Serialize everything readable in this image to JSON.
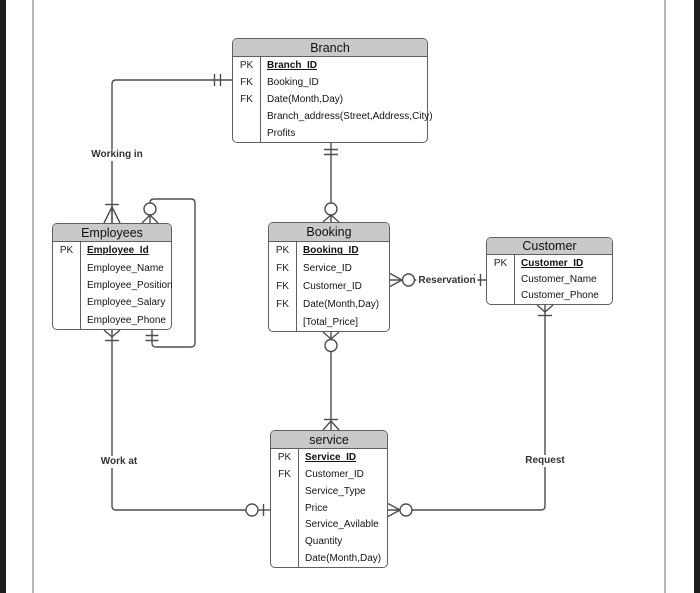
{
  "diagram": {
    "type": "entity-relationship-diagram",
    "relationship_labels": {
      "working_in": "Working in",
      "work_at": "Work at",
      "reservation": "Reservation",
      "request": "Request"
    }
  },
  "entities": {
    "branch": {
      "title": "Branch",
      "rows": [
        {
          "key": "PK",
          "name": "Branch_ID"
        },
        {
          "key": "FK",
          "name": "Booking_ID"
        },
        {
          "key": "FK",
          "name": "Date(Month,Day)"
        },
        {
          "key": "",
          "name": "Branch_address(Street,Address,City)"
        },
        {
          "key": "",
          "name": "Profits"
        }
      ]
    },
    "employees": {
      "title": "Employees",
      "rows": [
        {
          "key": "PK",
          "name": "Employee_Id"
        },
        {
          "key": "",
          "name": "Employee_Name"
        },
        {
          "key": "",
          "name": "Employee_Position"
        },
        {
          "key": "",
          "name": "Employee_Salary"
        },
        {
          "key": "",
          "name": "Employee_Phone"
        }
      ]
    },
    "booking": {
      "title": "Booking",
      "rows": [
        {
          "key": "PK",
          "name": "Booking_ID"
        },
        {
          "key": "FK",
          "name": "Service_ID"
        },
        {
          "key": "FK",
          "name": "Customer_ID"
        },
        {
          "key": "FK",
          "name": "Date(Month,Day)"
        },
        {
          "key": "",
          "name": "[Total_Price]"
        }
      ]
    },
    "customer": {
      "title": "Customer",
      "rows": [
        {
          "key": "PK",
          "name": "Customer_ID"
        },
        {
          "key": "",
          "name": "Customer_Name"
        },
        {
          "key": "",
          "name": "Customer_Phone"
        }
      ]
    },
    "service": {
      "title": "service",
      "rows": [
        {
          "key": "PK",
          "name": "Service_ID"
        },
        {
          "key": "FK",
          "name": "Customer_ID"
        },
        {
          "key": "",
          "name": "Service_Type"
        },
        {
          "key": "",
          "name": "Price"
        },
        {
          "key": "",
          "name": "Service_Avilable"
        },
        {
          "key": "",
          "name": "Quantity"
        },
        {
          "key": "",
          "name": "Date(Month,Day)"
        }
      ]
    }
  },
  "colors": {
    "header_fill": "#c9c9c9",
    "entity_border": "#5f5f5f",
    "wire": "#4d4d4d",
    "page_edge": "#1c1c1c",
    "margin_rule": "#b9b9b9"
  }
}
